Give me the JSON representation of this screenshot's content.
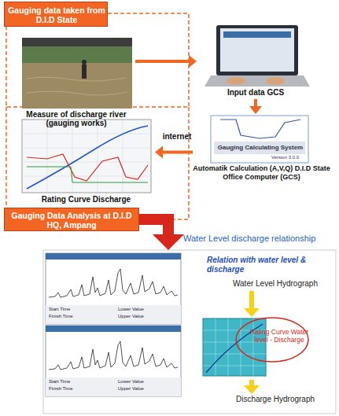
{
  "diagram": {
    "nodes": [
      {
        "text": [
          "Gauging data taken from D.I.D State"
        ]
      },
      {
        "text": [
          "Measure of discharge river (gauging works)"
        ]
      },
      {
        "text": [
          "Input data GCS"
        ]
      },
      {
        "text": [
          "Gauging Calculating System",
          "Automatik Calculation (A,V,Q) D.I.D State Office Computer (GCS)"
        ]
      },
      {
        "text": [
          "Rating Curve Discharge"
        ]
      },
      {
        "text": [
          "Gauging Data Analysis at D.I.D HQ, Ampang"
        ]
      },
      {
        "text": [
          "Relation with water level & discharge"
        ]
      },
      {
        "text": [
          "Water Level Hydrograph"
        ],
        "in": 6
      },
      {
        "text": [
          "Rating Curve Water level - Discharge"
        ],
        "in": 6
      },
      {
        "text": [
          "Discharge Hydrograph"
        ],
        "in": 6
      }
    ],
    "edges": [
      {
        "from": 1,
        "to": 2,
        "arrow": "to"
      },
      {
        "from": 2,
        "to": 3,
        "arrow": "to"
      },
      {
        "from": 3,
        "to": 4,
        "arrow": "to",
        "label": "internet"
      },
      {
        "from": 5,
        "to": 6,
        "arrow": "to",
        "label": "Water Level discharge relationship"
      },
      {
        "from": 7,
        "to": 8,
        "arrow": "to"
      },
      {
        "from": 8,
        "to": 9,
        "arrow": "to"
      }
    ],
    "labels": [
      "Version 3.0.0",
      "Start Time",
      "Finish Time",
      "Lower Value",
      "Upper Value",
      "Start Time",
      "Finish Time",
      "Lower Value",
      "Upper Value"
    ]
  }
}
